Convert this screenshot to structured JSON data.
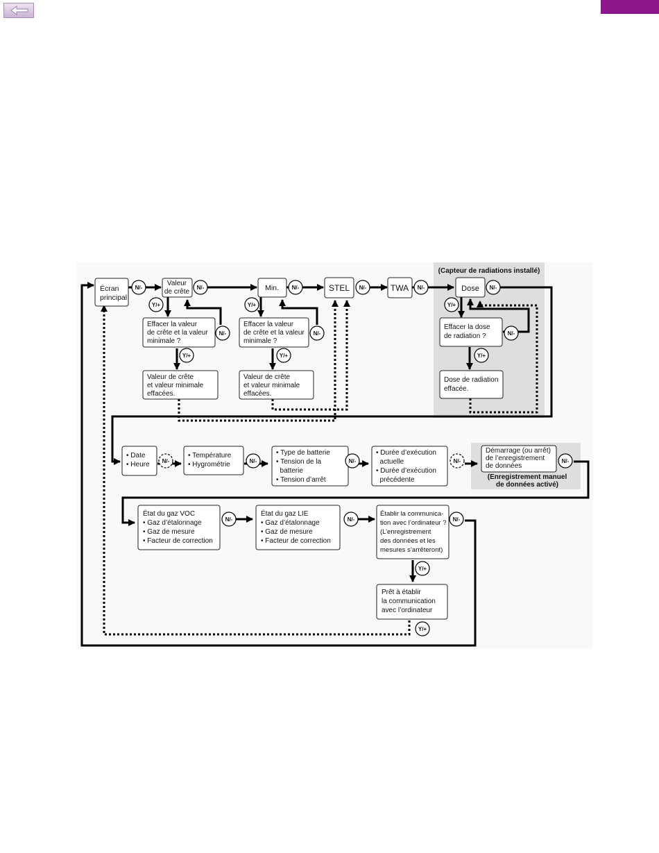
{
  "diagram": {
    "radiation_panel_label": "(Capteur de radiations installé)",
    "datalog_panel_label": [
      "(Enregistrement manuel",
      "de données activé)"
    ],
    "no_key": "N/-",
    "yes_key": "Y/+",
    "boxes": {
      "main": [
        "Écran",
        "principal"
      ],
      "peak": [
        "Valeur",
        "de crête"
      ],
      "min": [
        "Min."
      ],
      "stel": [
        "STEL"
      ],
      "twa": [
        "TWA"
      ],
      "dose": [
        "Dose"
      ],
      "clear_peak": [
        "Effacer la valeur",
        "de crête et la valeur",
        "minimale ?"
      ],
      "clear_min": [
        "Effacer la valeur",
        "de crête et la valeur",
        "minimale ?"
      ],
      "peak_cleared": [
        "Valeur de crête",
        "et valeur minimale",
        "effacées."
      ],
      "min_cleared": [
        "Valeur de crête",
        "et valeur minimale",
        "effacées."
      ],
      "clear_dose": [
        "Effacer la dose",
        "de radiation ?"
      ],
      "dose_cleared": [
        "Dose de radiation",
        "effacée."
      ],
      "date": [
        "• Date",
        "• Heure"
      ],
      "temp": [
        "• Température",
        "• Hygrométrie"
      ],
      "battery": [
        "• Type de batterie",
        "• Tension de la",
        "  batterie",
        "• Tension d’arrêt"
      ],
      "runtime": [
        "• Durée d’exécution",
        "  actuelle",
        "• Durée d’exécution",
        "  précédente"
      ],
      "datalog": [
        "Démarrage (ou arrêt)",
        "de l’enregistrement",
        "de données"
      ],
      "voc": [
        "État du gaz VOC",
        "• Gaz d’étalonnage",
        "• Gaz de mesure",
        "• Facteur de correction"
      ],
      "lie": [
        "État du gaz LIE",
        "• Gaz d’étalonnage",
        "• Gaz de mesure",
        "• Facteur de correction"
      ],
      "comm": [
        "Établir la communica-",
        "tion avec l’ordinateur ?",
        "(L’enregistrement",
        "des données et les",
        "mesures s’arrêteront)"
      ],
      "ready": [
        "Prêt à établir",
        "la communication",
        "avec l’ordinateur"
      ]
    }
  }
}
